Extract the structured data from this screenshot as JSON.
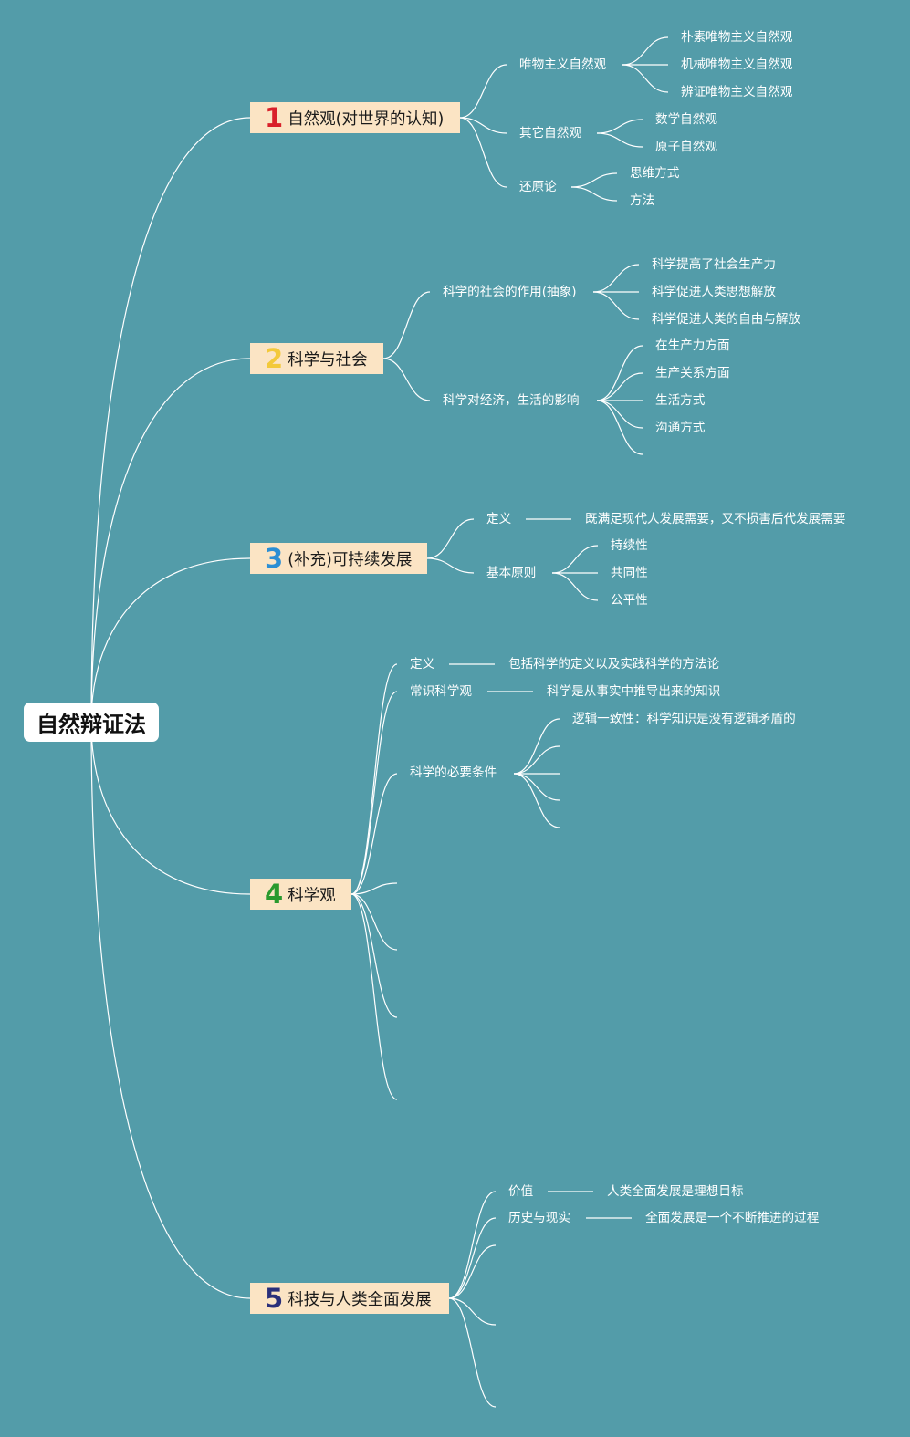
{
  "root": "自然辩证法",
  "colors": {
    "background": "#539ca9",
    "topic_fill": "#fbe4c4",
    "num1": "#d9202a",
    "num2": "#f3c93a",
    "num3": "#2b8ed4",
    "num4": "#2a9a2e",
    "num5": "#2a2f7a"
  },
  "topics": [
    {
      "number": "1",
      "title": "自然观(对世界的认知)",
      "children": [
        {
          "label": "唯物主义自然观",
          "children": [
            "朴素唯物主义自然观",
            "机械唯物主义自然观",
            "辨证唯物主义自然观"
          ]
        },
        {
          "label": "其它自然观",
          "children": [
            "数学自然观",
            "原子自然观"
          ]
        },
        {
          "label": "还原论",
          "children": [
            "思维方式",
            "方法"
          ]
        }
      ]
    },
    {
      "number": "2",
      "title": "科学与社会",
      "children": [
        {
          "label": "科学的社会的作用(抽象)",
          "children": [
            "科学提高了社会生产力",
            "科学促进人类思想解放",
            "科学促进人类的自由与解放"
          ]
        },
        {
          "label": "科学对经济，生活的影响",
          "children": [
            "在生产力方面",
            "生产关系方面",
            "生活方式",
            "沟通方式",
            ""
          ]
        }
      ]
    },
    {
      "number": "3",
      "title": "(补充)可持续发展",
      "children": [
        {
          "label": "定义",
          "children": [
            "既满足现代人发展需要，又不损害后代发展需要"
          ]
        },
        {
          "label": "基本原则",
          "children": [
            "持续性",
            "共同性",
            "公平性"
          ]
        }
      ]
    },
    {
      "number": "4",
      "title": "科学观",
      "children": [
        {
          "label": "定义",
          "children": [
            "包括科学的定义以及实践科学的方法论"
          ]
        },
        {
          "label": "常识科学观",
          "children": [
            "科学是从事实中推导出来的知识"
          ]
        },
        {
          "label": "科学的必要条件",
          "children": [
            "逻辑一致性：科学知识是没有逻辑矛盾的",
            "",
            "",
            "",
            ""
          ]
        },
        {
          "label": "",
          "children": []
        },
        {
          "label": "",
          "children": []
        },
        {
          "label": "",
          "children": []
        },
        {
          "label": "",
          "children": []
        }
      ]
    },
    {
      "number": "5",
      "title": "科技与人类全面发展",
      "children": [
        {
          "label": "价值",
          "children": [
            "人类全面发展是理想目标"
          ]
        },
        {
          "label": "历史与现实",
          "children": [
            "全面发展是一个不断推进的过程"
          ]
        },
        {
          "label": "",
          "children": []
        },
        {
          "label": "",
          "children": []
        },
        {
          "label": "",
          "children": []
        }
      ]
    }
  ]
}
